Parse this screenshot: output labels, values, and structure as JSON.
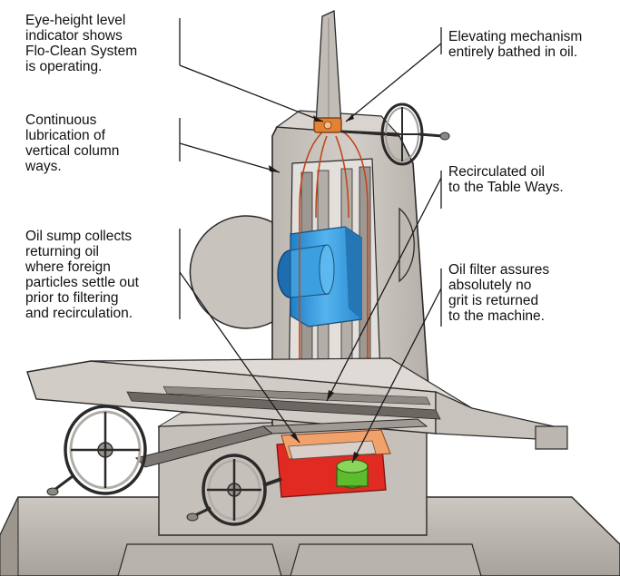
{
  "callouts": {
    "eye_height": {
      "lines": [
        "Eye-height level",
        "indicator shows",
        "Flo-Clean System",
        "is operating."
      ]
    },
    "continuous_lubrication": {
      "lines": [
        "Continuous",
        "lubrication of",
        "vertical column",
        "ways."
      ]
    },
    "oil_sump": {
      "lines": [
        "Oil sump collects",
        "returning oil",
        "where foreign",
        "particles settle out",
        "prior to filtering",
        "and recirculation."
      ]
    },
    "elevating_mechanism": {
      "lines": [
        "Elevating mechanism",
        "entirely bathed in oil."
      ]
    },
    "recirculated_oil": {
      "lines": [
        "Recirculated oil",
        "to the Table Ways."
      ]
    },
    "oil_filter": {
      "lines": [
        "Oil filter assures",
        "absolutely no",
        "grit is returned",
        "to the machine."
      ]
    }
  },
  "colors": {
    "machine_body": "#c9c3bd",
    "machine_shadow": "#9c968f",
    "outline": "#2a2a2a",
    "oil_lines": "#c0461b",
    "spindle_blue": "#3aa0e0",
    "sump_red": "#e02a22",
    "filter_green": "#5dbb2e",
    "oil_orange": "#f1a26a"
  }
}
